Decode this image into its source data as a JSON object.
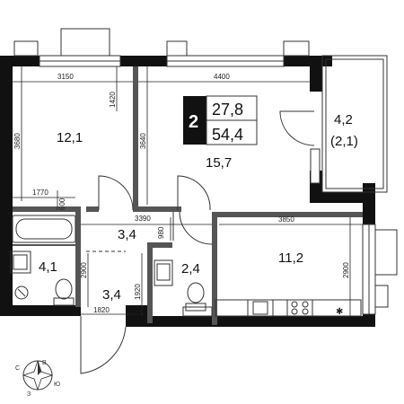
{
  "badge": {
    "rooms": "2",
    "living_area": "27,8",
    "total_area": "54,4",
    "accent": "#111111"
  },
  "rooms": {
    "room_left": "12,1",
    "room_center": "15,7",
    "balcony": "4,2",
    "balcony_reduced": "(2,1)",
    "hall_upper": "3,4",
    "hall_lower": "3,4",
    "bathroom": "4,1",
    "toilet": "2,4",
    "kitchen": "11,2"
  },
  "dimensions": {
    "left_width": "3150",
    "center_width": "4400",
    "left_window_offset": "1420",
    "left_height": "3680",
    "center_height": "3640",
    "left_niche_width": "1770",
    "left_niche_depth": "600",
    "hall_width": "3390",
    "hall_depth": "980",
    "kitchen_width": "3850",
    "kitchen_height": "2900",
    "bath_height": "2900",
    "lower_hall_height": "1920",
    "lower_hall_width": "1820"
  },
  "compass": {
    "north": "С",
    "east": "В",
    "south": "Ю",
    "west": "З"
  },
  "icons": [
    "bathtub-icon",
    "sink-icon",
    "washing-machine-icon",
    "toilet-icon",
    "stove-icon",
    "radiator-icon"
  ]
}
